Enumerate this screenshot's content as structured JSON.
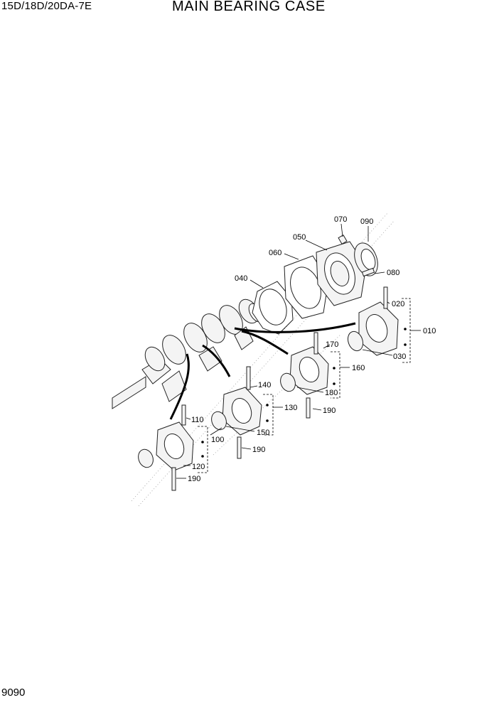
{
  "header": {
    "model": "15D/18D/20DA-7E",
    "title": "MAIN BEARING CASE"
  },
  "footer": {
    "page_number": "9090"
  },
  "diagram": {
    "callouts": {
      "c010": "010",
      "c020": "020",
      "c030": "030",
      "c040": "040",
      "c050": "050",
      "c060": "060",
      "c070": "070",
      "c080": "080",
      "c090": "090",
      "c100": "100",
      "c110": "110",
      "c120": "120",
      "c130": "130",
      "c140": "140",
      "c150": "150",
      "c160": "160",
      "c170": "170",
      "c180": "180",
      "c190a": "190",
      "c190b": "190",
      "c190c": "190"
    }
  }
}
